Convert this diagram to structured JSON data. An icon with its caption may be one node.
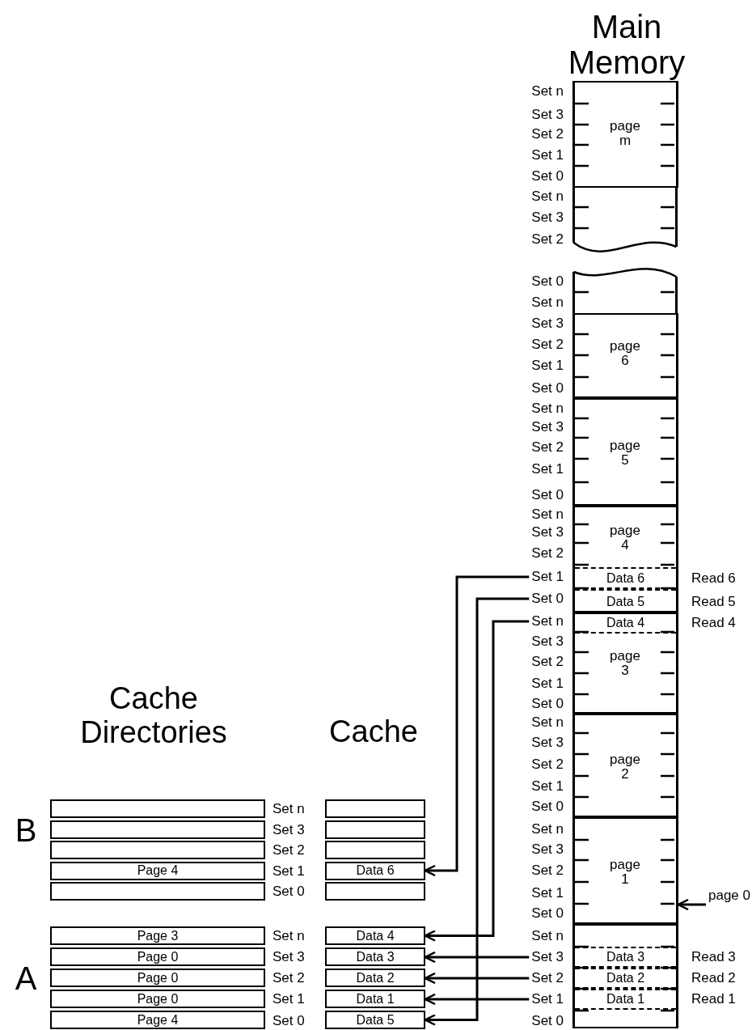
{
  "diagram": {
    "nodes": [
      {
        "text": [],
        "shape": "box"
      },
      {
        "text": [],
        "shape": "box"
      },
      {
        "text": [],
        "shape": "box"
      },
      {
        "text": [
          "Page 4"
        ]
      },
      {
        "text": [],
        "shape": "box"
      },
      {
        "text": [],
        "shape": "box"
      },
      {
        "text": [],
        "shape": "box"
      },
      {
        "text": [],
        "shape": "box"
      },
      {
        "text": [
          "Data 6"
        ]
      },
      {
        "text": [],
        "shape": "box"
      },
      {
        "text": [
          "Page 3"
        ]
      },
      {
        "text": [
          "Page 0"
        ]
      },
      {
        "text": [
          "Page 0"
        ]
      },
      {
        "text": [
          "Page 0"
        ]
      },
      {
        "text": [
          "Page 4"
        ]
      },
      {
        "text": [
          "Data 4"
        ]
      },
      {
        "text": [
          "Data 3"
        ]
      },
      {
        "text": [
          "Data 2"
        ]
      },
      {
        "text": [
          "Data 1"
        ]
      },
      {
        "text": [
          "Data 5"
        ]
      },
      {
        "text": [
          "page m"
        ]
      },
      {
        "text": [
          "page 6"
        ]
      },
      {
        "text": [
          "page 5"
        ]
      },
      {
        "text": [
          "page 4"
        ]
      },
      {
        "text": [
          "Data 6"
        ],
        "in": 23,
        "beside": [
          "Read 6"
        ]
      },
      {
        "text": [
          "Data 5"
        ],
        "in": 23,
        "beside": [
          "Read 5"
        ]
      },
      {
        "text": [
          "Set 1"
        ]
      },
      {
        "text": [
          "Set 0"
        ]
      },
      {
        "text": [
          "page 3"
        ]
      },
      {
        "text": [
          "Data 4"
        ],
        "in": 28,
        "beside": [
          "Read 4"
        ]
      },
      {
        "text": [
          "Set n"
        ]
      },
      {
        "text": [
          "page 2"
        ]
      },
      {
        "text": [
          "page 1"
        ]
      },
      {
        "text": [
          "page 0"
        ]
      },
      {
        "text": [],
        "shape": "box"
      },
      {
        "text": [
          "Data 3"
        ],
        "in": 34,
        "beside": [
          "Read 3"
        ]
      },
      {
        "text": [
          "Data 2"
        ],
        "in": 34,
        "beside": [
          "Read 2"
        ]
      },
      {
        "text": [
          "Data 1"
        ],
        "in": 34,
        "beside": [
          "Read 1"
        ]
      },
      {
        "text": [
          "Set 3"
        ]
      },
      {
        "text": [
          "Set 2"
        ]
      },
      {
        "text": [
          "Set 1"
        ]
      }
    ],
    "edges": [
      {
        "from": 26,
        "to": 8,
        "arrow": "to"
      },
      {
        "from": 27,
        "to": 19,
        "arrow": "to"
      },
      {
        "from": 30,
        "to": 15,
        "arrow": "to"
      },
      {
        "from": 38,
        "to": 16,
        "arrow": "to"
      },
      {
        "from": 39,
        "to": 17,
        "arrow": "to"
      },
      {
        "from": 40,
        "to": 18,
        "arrow": "to"
      },
      {
        "from": 33,
        "to": 34,
        "arrow": "to"
      }
    ],
    "labels": [
      "Main Memory",
      "Set n",
      "Set 3",
      "Set 2",
      "Set 1",
      "Set 0",
      "Set n",
      "Set 3",
      "Set 2",
      "Set 0",
      "Set n",
      "Set 3",
      "Set 2",
      "Set 1",
      "Set 0",
      "Set n",
      "Set 3",
      "Set 2",
      "Set 1",
      "Set 0",
      "Set n",
      "Set 3",
      "Set 2",
      "Set 3",
      "Set 2",
      "Set 1",
      "Set 0",
      "Set n",
      "Set 3",
      "Set 2",
      "Set 1",
      "Set 0",
      "Set n",
      "Set 3",
      "Set 2",
      "Set 1",
      "Set 0",
      "Set n",
      "Set 0",
      "Cache Directories",
      "Cache",
      "Set n",
      "B",
      "Set 3",
      "Set 2",
      "Set 1",
      "Set 0",
      "Set n",
      "Set 3",
      "A",
      "Set 2",
      "Set 1",
      "Set 0"
    ]
  }
}
